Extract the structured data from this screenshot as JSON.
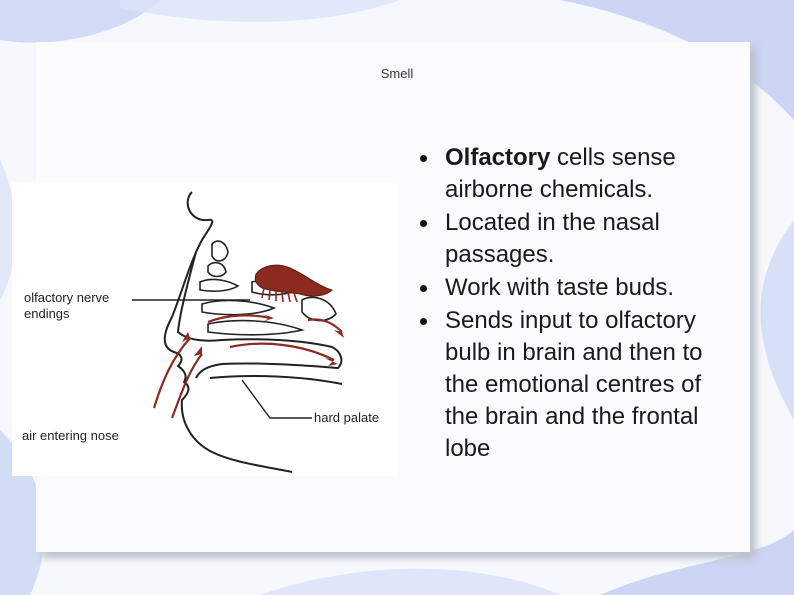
{
  "slide": {
    "title": "Smell"
  },
  "figure": {
    "label_olfactory_line1": "olfactory nerve",
    "label_olfactory_line2": "endings",
    "label_hard_palate": "hard palate",
    "label_air": "air entering nose"
  },
  "bullets": [
    {
      "bold": "Olfactory",
      "text": " cells sense airborne chemicals."
    },
    {
      "bold": "",
      "text": "Located in the nasal passages."
    },
    {
      "bold": "",
      "text": "Work with taste buds."
    },
    {
      "bold": "",
      "text": "Sends input to olfactory bulb in brain and then to the emotional centres of the brain and the frontal lobe"
    }
  ],
  "colors": {
    "accent_blue": "#c3d0f2",
    "nerve_red": "#8b2a1e",
    "text": "#1a1a1a"
  }
}
